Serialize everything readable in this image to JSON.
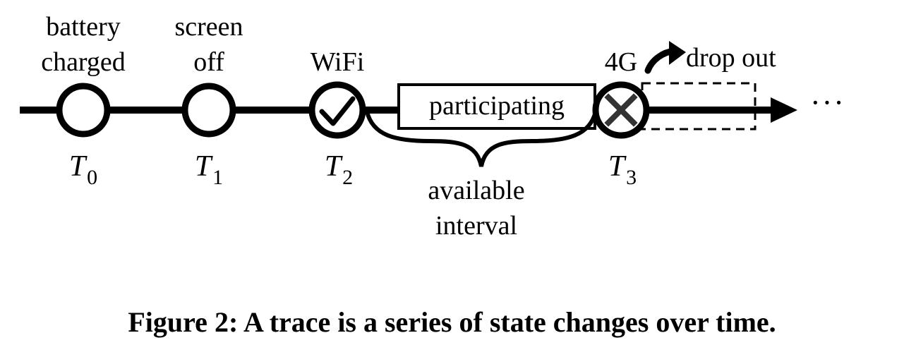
{
  "events": [
    {
      "top": "battery",
      "bottom": "charged",
      "t": "T",
      "sub": "0"
    },
    {
      "top": "screen",
      "bottom": "off",
      "t": "T",
      "sub": "1"
    },
    {
      "top": "",
      "bottom": "WiFi",
      "t": "T",
      "sub": "2"
    },
    {
      "top": "",
      "bottom": "4G",
      "t": "T",
      "sub": "3"
    }
  ],
  "participating_label": "participating",
  "available_label_line1": "available",
  "available_label_line2": "interval",
  "drop_out_label": "drop out",
  "ellipsis": "···",
  "caption": "Figure 2: A trace is a series of state changes over time."
}
